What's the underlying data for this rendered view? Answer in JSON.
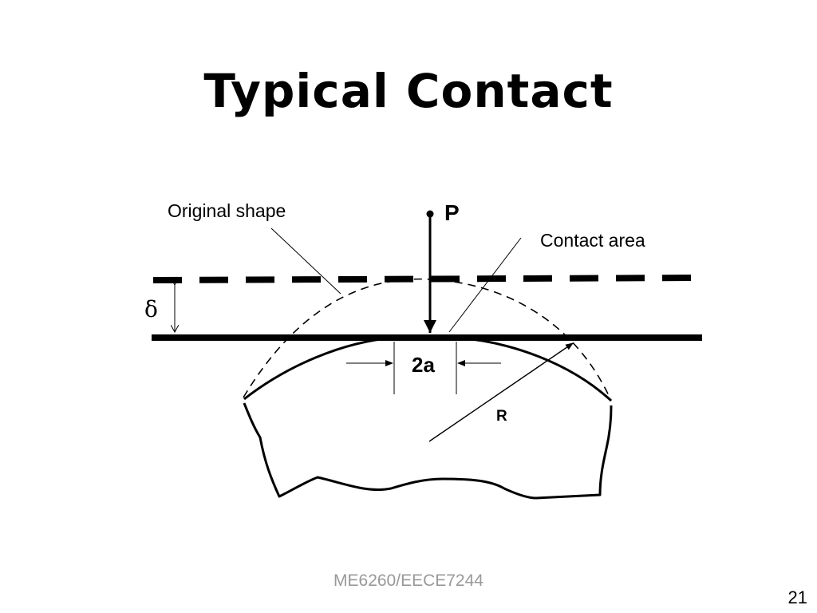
{
  "slide": {
    "title": "Typical Contact",
    "footer": "ME6260/EECE7244",
    "page_number": "21"
  },
  "diagram": {
    "labels": {
      "original_shape": "Original shape",
      "load": "P",
      "contact_area": "Contact area",
      "deflection": "δ",
      "contact_width": "2a",
      "radius": "R"
    },
    "colors": {
      "ink": "#000000",
      "footer_text": "#999999",
      "background": "#ffffff"
    }
  }
}
